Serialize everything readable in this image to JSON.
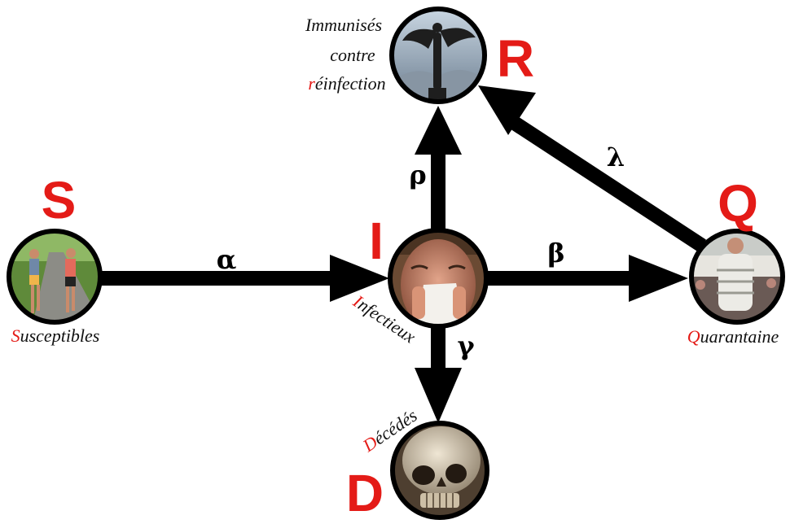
{
  "colors": {
    "letter": "#e41b17",
    "arrow": "#000000",
    "caption": "#111111"
  },
  "nodes": {
    "S": {
      "letter": "S",
      "caption_initial": "S",
      "caption_rest": "usceptibles",
      "picture": "joggers"
    },
    "I": {
      "letter": "I",
      "caption_initial": "I",
      "caption_rest": "nfectieux",
      "picture": "sneezing-man"
    },
    "R": {
      "letter": "R",
      "caption_line1": "Immunisés",
      "caption_line2": "contre",
      "caption_line3_initial": "r",
      "caption_line3_rest": "éinfection",
      "picture": "winged-statue"
    },
    "Q": {
      "letter": "Q",
      "caption_initial": "Q",
      "caption_rest": "uarantaine",
      "picture": "chained-man"
    },
    "D": {
      "letter": "D",
      "caption_initial": "D",
      "caption_rest": "écédés",
      "picture": "skull"
    }
  },
  "transitions": {
    "S_I": {
      "label": "α"
    },
    "I_R": {
      "label": "ρ"
    },
    "I_Q": {
      "label": "β"
    },
    "Q_R": {
      "label": "λ"
    },
    "I_D": {
      "label": "γ"
    }
  }
}
